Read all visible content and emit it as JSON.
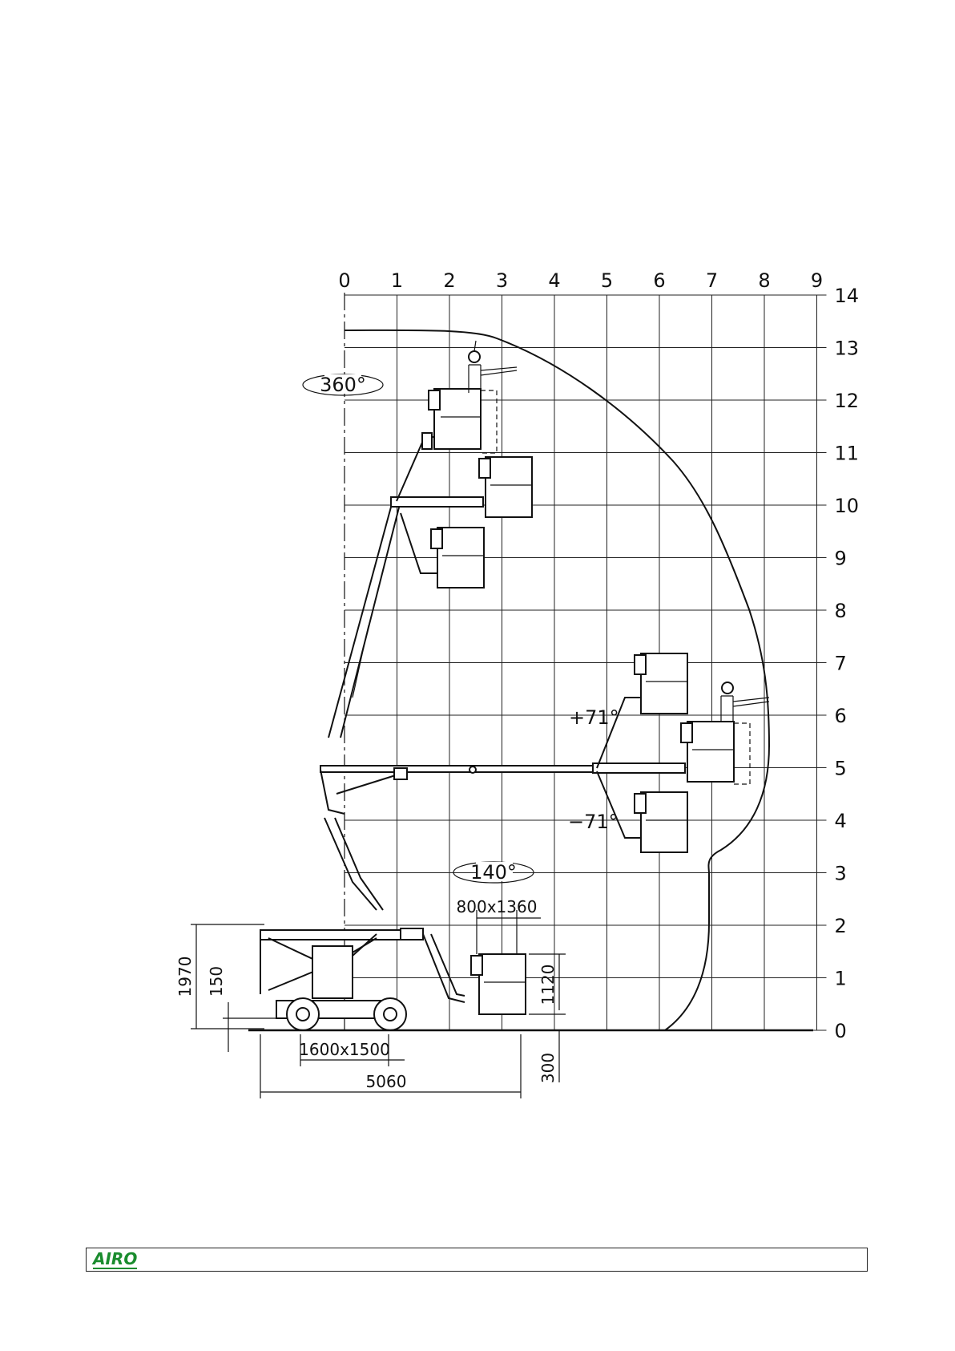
{
  "diagram": {
    "x_axis_labels": [
      "0",
      "1",
      "2",
      "3",
      "4",
      "5",
      "6",
      "7",
      "8",
      "9"
    ],
    "y_axis_labels": [
      "0",
      "1",
      "2",
      "3",
      "4",
      "5",
      "6",
      "7",
      "8",
      "9",
      "10",
      "11",
      "12",
      "13",
      "14"
    ],
    "turret_rotation": "360°",
    "jib_rotation": "140°",
    "jib_up_angle": "+71°",
    "jib_down_angle": "−71°",
    "dimensions": {
      "platform_size": "800x1360",
      "height": "1970",
      "ground_clearance": "150",
      "platform_height": "1120",
      "wheelbase_track": "1600x1500",
      "length": "5060",
      "platform_offset": "300"
    }
  },
  "footer": {
    "logo": "AIRO"
  }
}
